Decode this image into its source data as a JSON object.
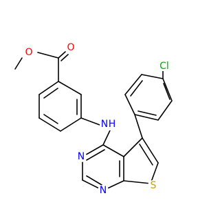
{
  "structure": {
    "colors": {
      "background": "#ffffff",
      "bond": "#000000",
      "carbon_chain": "#000000",
      "oxygen": "#ff0000",
      "nitrogen": "#0000ff",
      "sulfur": "#c8a000",
      "chlorine": "#00b000"
    },
    "atoms": {
      "o_ether": "O",
      "o_carbonyl": "O",
      "n_amine": "N",
      "h_amine": "H",
      "n_ring_upper": "N",
      "n_ring_lower": "N",
      "s_thiophene": "S",
      "cl": "Cl"
    }
  }
}
